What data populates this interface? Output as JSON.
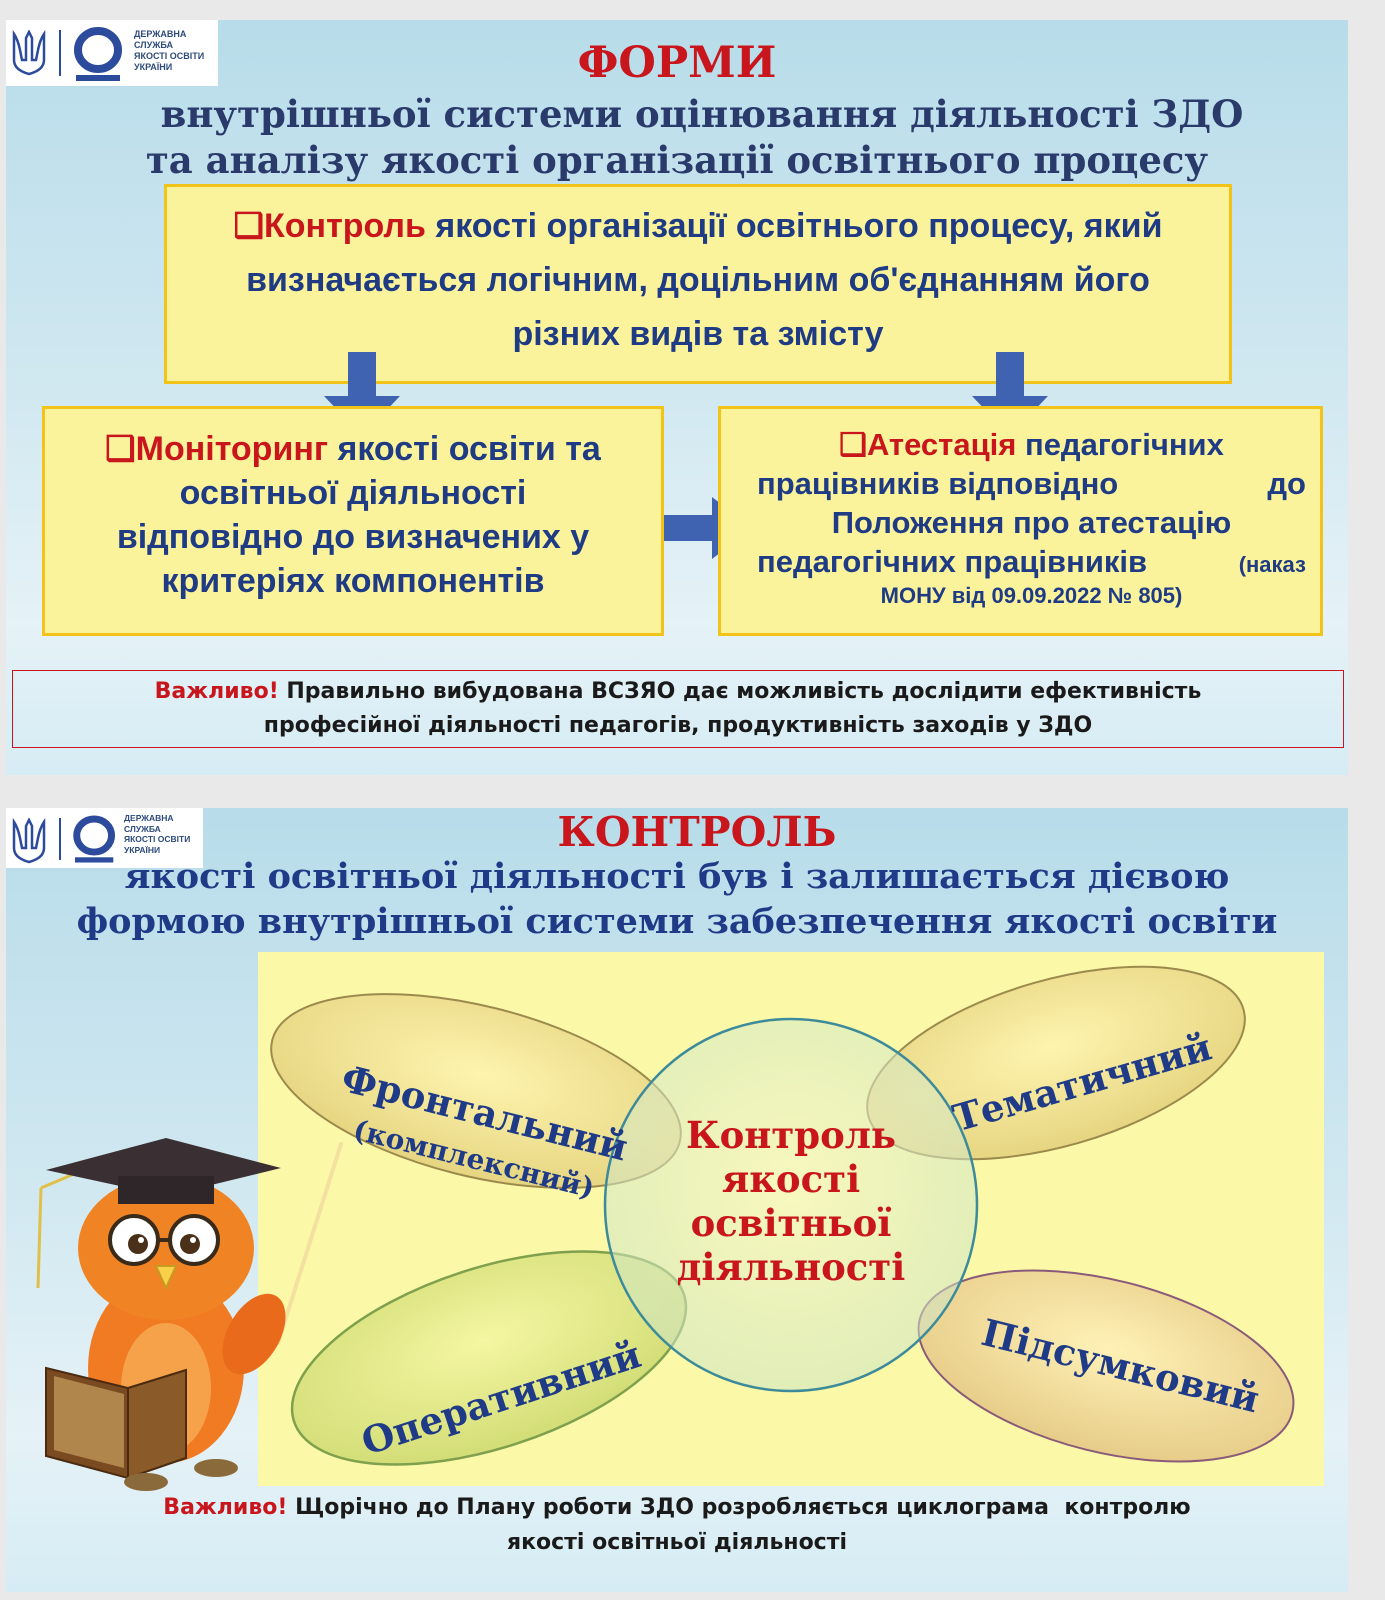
{
  "logo": {
    "org_text": [
      "ДЕРЖАВНА",
      "СЛУЖБА",
      "ЯКОСТІ ОСВІТИ",
      "УКРАЇНИ"
    ]
  },
  "slide1": {
    "title": "ФОРМИ",
    "subtitle_line1": "внутрішньої системи оцінювання діяльності ЗДО",
    "subtitle_line2": "та аналізу якості організації освітнього процесу",
    "control_box": {
      "key": "Контроль",
      "line1_rest": " якості організації освітнього процесу, який",
      "line2": "визначається логічним, доцільним об'єднанням його",
      "line3": "різних видів та змісту"
    },
    "monitoring_box": {
      "key": "Моніторинг",
      "line1_rest": " якості освіти та",
      "line2": "освітньої діяльності",
      "line3": "відповідно до визначених у",
      "line4": "критеріях компонентів"
    },
    "attestation_box": {
      "key": "Атестація",
      "line1_rest": " педагогічних",
      "line2a": "працівників відповідно",
      "line2b": "до",
      "line3": "Положення про атестацію",
      "line4": "педагогічних працівників",
      "line4b": "(наказ",
      "line5": "МОНУ від 09.09.2022 № 805)"
    },
    "note": {
      "important": "Важливо!",
      "line1_rest": " Правильно вибудована ВСЗЯО дає можливість дослідити ефективність",
      "line2": "професійної діяльності педагогів, продуктивність заходів у ЗДО"
    }
  },
  "slide2": {
    "title": "КОНТРОЛЬ",
    "subtitle_line1": "якості освітньої діяльності був і залишається дієвою",
    "subtitle_line2": "формою внутрішньої системи забезпечення якості освіти",
    "center": [
      "Контроль",
      "якості",
      "освітньої",
      "діяльності"
    ],
    "frontal": "Фронтальний",
    "frontal_sub": "(комплексний)",
    "thematic": "Тематичний",
    "operative": "Оперативний",
    "final": "Підсумковий",
    "note": {
      "important": "Важливо!",
      "line1_rest": " Щорічно до Плану роботи ЗДО розробляється циклограма  контролю",
      "line2": "якості освітньої діяльності"
    }
  },
  "colors": {
    "accent_red": "#c8161c",
    "text_blue": "#1e3b84",
    "box_yellow": "#fbf39c",
    "box_border": "#f2c318",
    "arrow_blue": "#3f62b1"
  }
}
